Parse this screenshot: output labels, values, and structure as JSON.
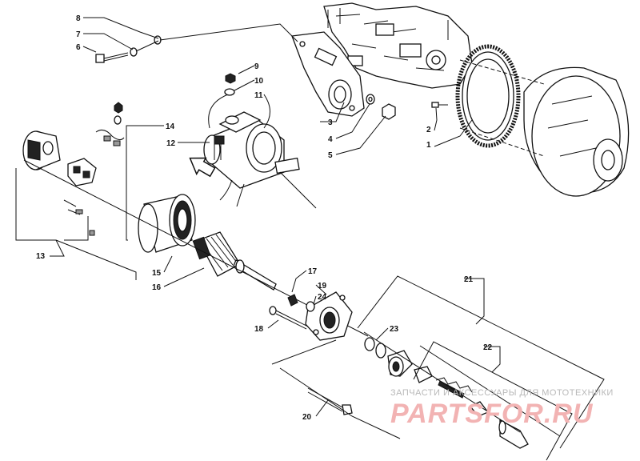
{
  "callouts": [
    "1",
    "2",
    "3",
    "4",
    "5",
    "6",
    "7",
    "8",
    "9",
    "10",
    "11",
    "12",
    "13",
    "14",
    "15",
    "16",
    "17",
    "18",
    "19",
    "20",
    "21",
    "22",
    "23",
    "24"
  ],
  "watermark": {
    "tagline": "ЗАПЧАСТИ И АКСЕССУАРЫ ДЛЯ МОТОТЕХНИКИ",
    "brand": "PARTSFOR.RU"
  },
  "colors": {
    "ink": "#111111",
    "watermark_brand": "#f2b3b3",
    "watermark_text": "#b8b8b8"
  }
}
